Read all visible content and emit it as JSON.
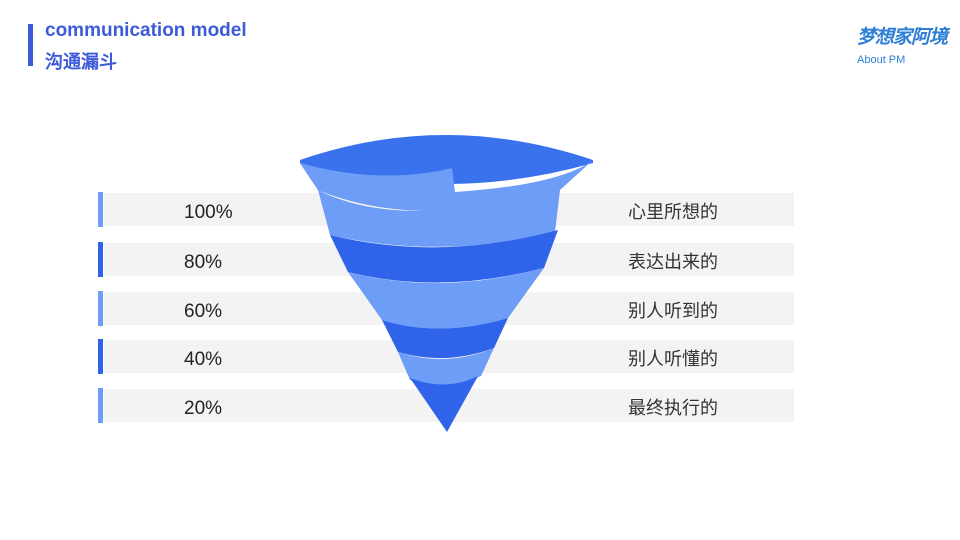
{
  "header": {
    "title_en": "communication model",
    "title_cn": "沟通漏斗"
  },
  "logo": {
    "name": "梦想家阿境",
    "subtitle": "About PM"
  },
  "levels": [
    {
      "percent": "100%",
      "label": "心里所想的"
    },
    {
      "percent": "80%",
      "label": "表达出来的"
    },
    {
      "percent": "60%",
      "label": "别人听到的"
    },
    {
      "percent": "40%",
      "label": "别人听懂的"
    },
    {
      "percent": "20%",
      "label": "最终执行的"
    }
  ],
  "colors": {
    "accent": "#3d5bd9",
    "funnel_light": "#6e9df7",
    "funnel_dark": "#2f63ea",
    "funnel_top": "#3a72ee",
    "funnel_inner": "#1d4fc4",
    "row_bg": "#f3f3f3",
    "logo": "#2f7fd6"
  }
}
